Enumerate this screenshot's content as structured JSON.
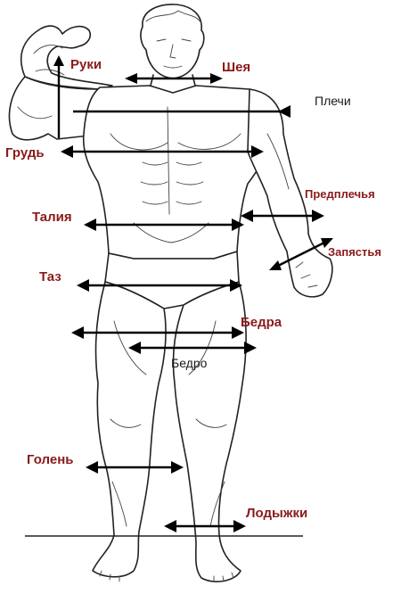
{
  "colors": {
    "label": "#8b1a1a",
    "line": "#000000",
    "outline": "#222222",
    "background": "#ffffff"
  },
  "labels": {
    "arms": "Руки",
    "neck": "Шея",
    "shoulders": "Плечи",
    "chest": "Грудь",
    "forearms": "Предплечья",
    "waist": "Талия",
    "wrists": "Запястья",
    "pelvis": "Таз",
    "hips": "Бедра",
    "thigh": "Бедро",
    "shin": "Голень",
    "ankles": "Лодыжки"
  }
}
